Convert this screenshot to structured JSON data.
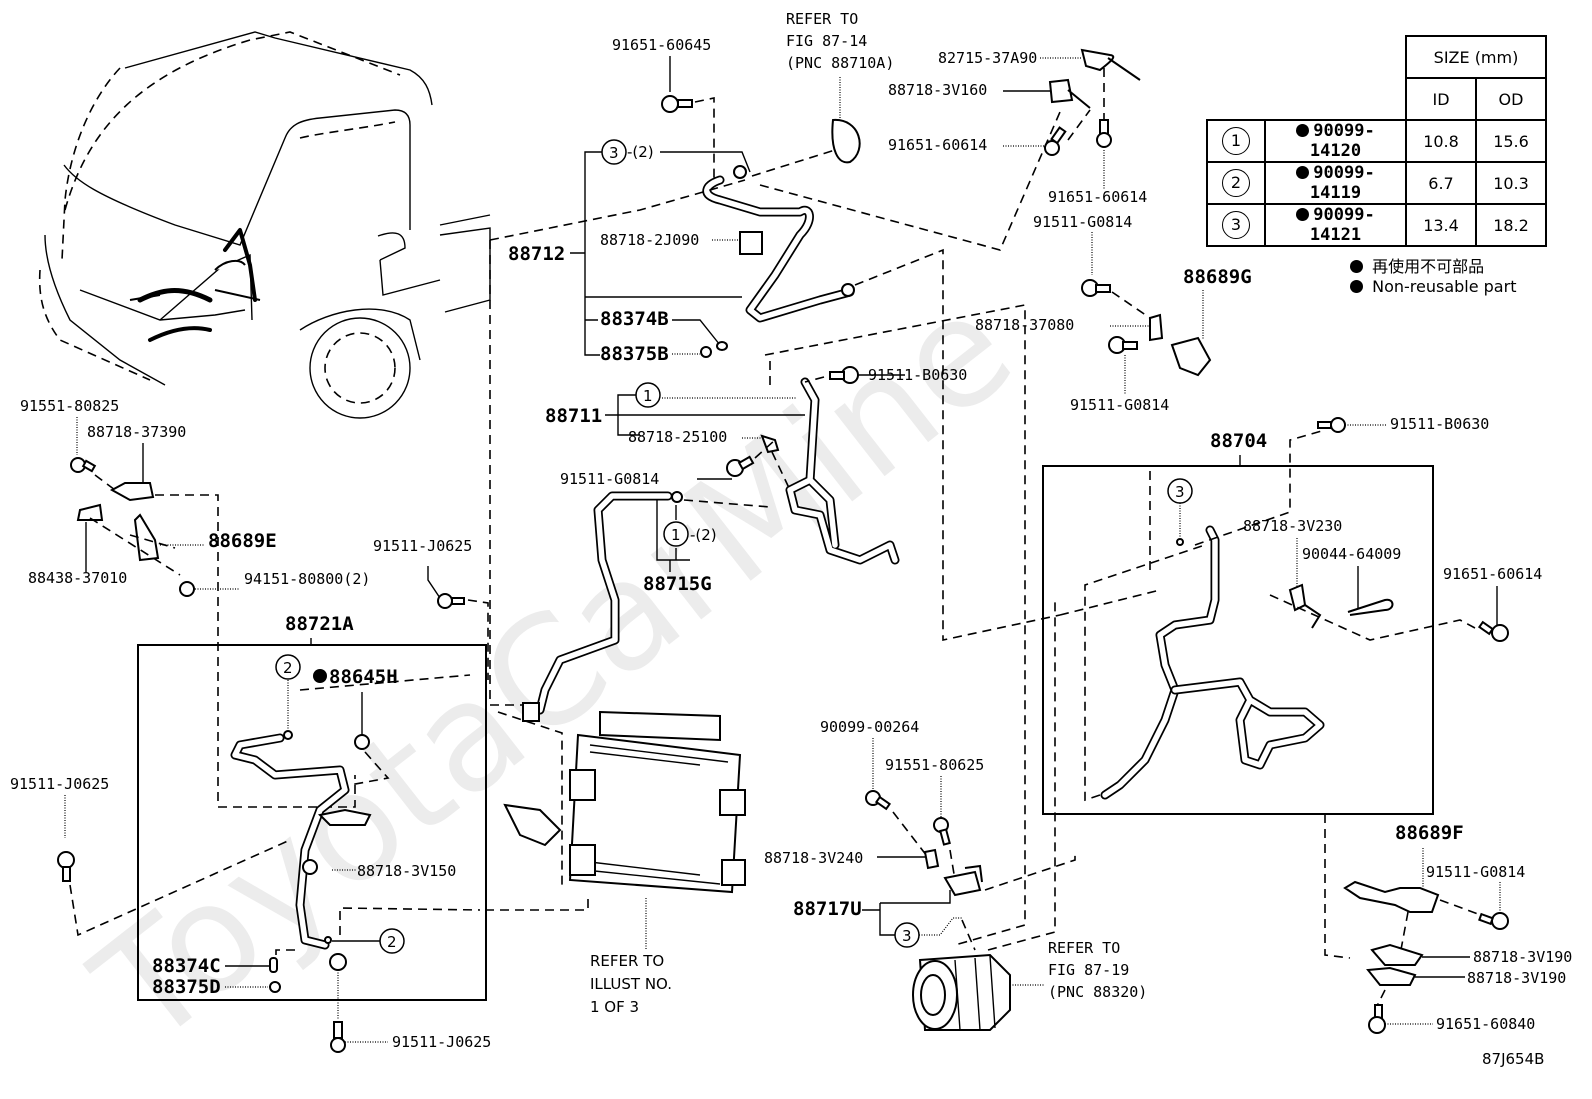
{
  "watermark": "ToyotaCarMine",
  "diagram_code": "87J654B",
  "size_table": {
    "header": "SIZE (mm)",
    "col_id": "ID",
    "col_od": "OD",
    "rows": [
      {
        "ref": "1",
        "part": "90099-14120",
        "id": "10.8",
        "od": "15.6"
      },
      {
        "ref": "2",
        "part": "90099-14119",
        "id": "6.7",
        "od": "10.3"
      },
      {
        "ref": "3",
        "part": "90099-14121",
        "id": "13.4",
        "od": "18.2"
      }
    ]
  },
  "legend": {
    "jp": "再使用不可部品",
    "en": "Non-reusable part"
  },
  "refer": {
    "fig_87_14": [
      "REFER TO",
      "FIG 87-14",
      "(PNC 88710A)"
    ],
    "fig_87_19": [
      "REFER TO",
      "FIG 87-19",
      "(PNC 88320)"
    ],
    "illust": [
      "REFER TO",
      "ILLUST NO.",
      "1 OF 3"
    ]
  },
  "labels": {
    "p91651_60645": "91651-60645",
    "p82715_37A90": "82715-37A90",
    "p88718_3V160": "88718-3V160",
    "p91651_60614_a": "91651-60614",
    "p91651_60614_b": "91651-60614",
    "p91511_G0814_a": "91511-G0814",
    "p88689G": "88689G",
    "p88718_37080": "88718-37080",
    "p91511_G0814_b": "91511-G0814",
    "p88712": "88712",
    "p3_2_a": "-(2)",
    "p88718_2J090": "88718-2J090",
    "p88374B": "88374B",
    "p88375B": "88375B",
    "p88711": "88711",
    "p88718_25100": "88718-25100",
    "p91511_B0630_a": "91511-B0630",
    "p91511_G0814_c": "91511-G0814",
    "p1_2": "-(2)",
    "p88715G": "88715G",
    "p91511_B0630_b": "91511-B0630",
    "p88704": "88704",
    "p88718_3V230": "88718-3V230",
    "p90044_64009": "90044-64009",
    "p91651_60614_c": "91651-60614",
    "p91551_80825": "91551-80825",
    "p88718_37390": "88718-37390",
    "p88689E": "88689E",
    "p88438_37010": "88438-37010",
    "p94151_80800": "94151-80800(2)",
    "p91511_J0625_a": "91511-J0625",
    "p88721A": "88721A",
    "p88645H": "88645H",
    "p91511_J0625_b": "91511-J0625",
    "p88718_3V150": "88718-3V150",
    "p88374C": "88374C",
    "p88375D": "88375D",
    "p91511_J0625_c": "91511-J0625",
    "p90099_00264": "90099-00264",
    "p91551_80625": "91551-80625",
    "p88718_3V240": "88718-3V240",
    "p88717U": "88717U",
    "p88689F": "88689F",
    "p91511_G0814_d": "91511-G0814",
    "p88718_3V190_a": "88718-3V190",
    "p88718_3V190_b": "88718-3V190",
    "p91651_60840": "91651-60840"
  },
  "ring_refs": {
    "r1": "1",
    "r2": "2",
    "r3": "3"
  }
}
